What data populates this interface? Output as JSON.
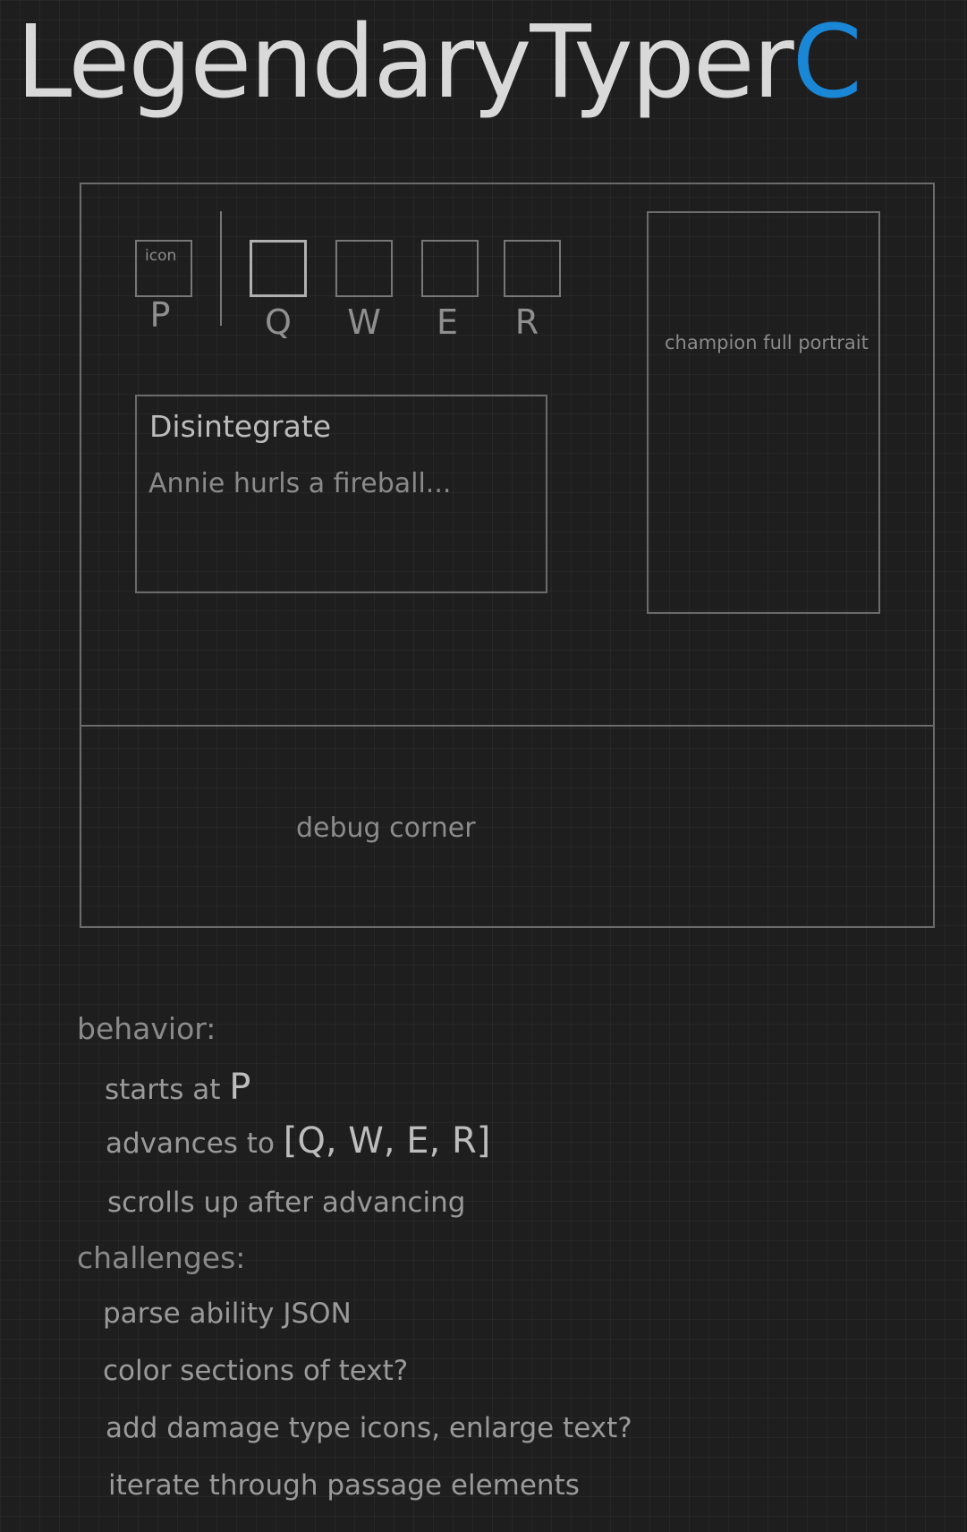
{
  "title": {
    "main": "LegendaryTyper",
    "accent": "C"
  },
  "mockup": {
    "passive": {
      "icon_text": "icon",
      "key": "P"
    },
    "abilities": [
      {
        "key": "Q"
      },
      {
        "key": "W"
      },
      {
        "key": "E"
      },
      {
        "key": "R"
      }
    ],
    "ability_card": {
      "name": "Disintegrate",
      "description": "Annie hurls a fireball..."
    },
    "portrait_label": "champion full portrait",
    "debug_label": "debug corner"
  },
  "notes": {
    "behavior_heading": "behavior:",
    "behavior": {
      "starts_prefix": "starts at",
      "starts_value": "P",
      "advances_prefix": "advances to",
      "advances_value": "[Q, W, E, R]",
      "scrolls": "scrolls up after advancing"
    },
    "challenges_heading": "challenges:",
    "challenges": [
      "parse ability JSON",
      "color sections of text?",
      "add damage type icons, enlarge text?",
      "iterate through passage elements"
    ]
  },
  "colors": {
    "background": "#1e1e1e",
    "title": "#d9d9d9",
    "accent": "#1a86d6",
    "sketch_lines": "#6b6b6b"
  }
}
